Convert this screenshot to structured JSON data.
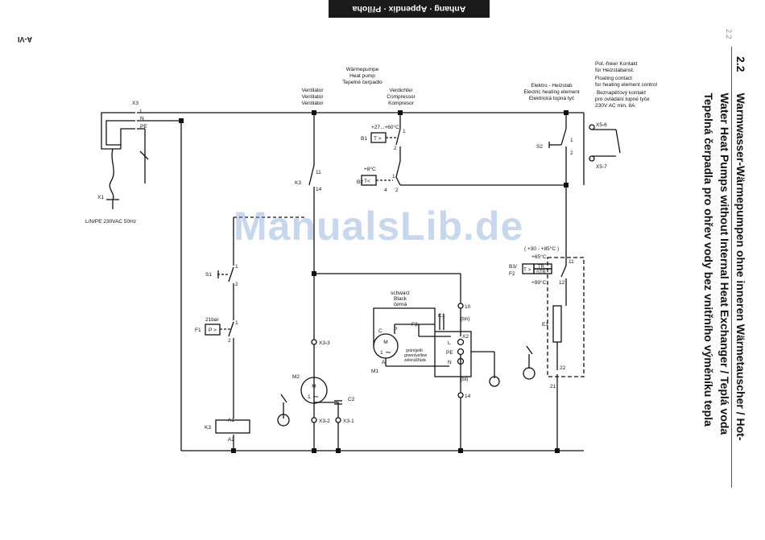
{
  "header": {
    "banner": "Anhang · Appendix · Příloha",
    "page_number": "A-VI",
    "section_tag": "2.2"
  },
  "heading": {
    "number": "2.2",
    "line1": "Warmwasser-Wärmepumpen ohne inneren Wärmetauscher / Hot-",
    "line2": "Water Heat Pumps without Internal Heat Exchanger / Teplá voda",
    "line3": "Tepelná čerpadla pro ohřev vody bez vnitřního výměníku tepla"
  },
  "watermark": "ManualsLib.de",
  "diagram": {
    "labels": {
      "heat_pump_de": "Wärmepumpe",
      "heat_pump_en": "Heat pump",
      "heat_pump_cz": "Tepelné čerpadlo",
      "fan_de": "Ventilator",
      "fan_en": "Ventilator",
      "fan_cz": "Ventilátor",
      "comp_de": "Verdichter",
      "comp_en": "Compressor",
      "comp_cz": "Kompresor",
      "heater_de": "Elektro - Heizstab",
      "heater_en": "Electric heating element",
      "heater_cz": "Elektrická topná tyč",
      "pot_1": "Pot.-freier Kontakt",
      "pot_2": "für Heizstabanst.",
      "pot_3": "Floating contact",
      "pot_4": "for heating element control",
      "pot_5": "· Beznapěťový kontakt",
      "pot_6": "pro ovládání topné tyče",
      "pot_7": "230V AC min. 8A",
      "supply": "L/N/PE  230VAC  50Hz",
      "x3": "X3",
      "l": "L",
      "n": "N",
      "pe": "PE",
      "x1": "X1",
      "k3": "K3",
      "k3_11": "11",
      "k3_14": "14",
      "s1": "S1",
      "s1_1": "1",
      "s1_2": "2",
      "f1_bar": "21bar",
      "f1": "F1",
      "f1_p": "P >",
      "f1_1": "1",
      "f1_2": "2",
      "k3b": "K3",
      "a1": "A1",
      "a2": "A2",
      "m2": "M2",
      "m2_m": "M",
      "m2_1": "1",
      "m2_wave": "∼",
      "c2": "C2",
      "x33": "X3-3",
      "x32": "X3-2",
      "x31": "X3-1",
      "b1": "B1",
      "b1_range": "+27...+60°C",
      "b1_t": "T >",
      "b1_1": "1",
      "b1_2": "2",
      "b2": "B2",
      "b2_range": "+8°C",
      "b2_t": "T<",
      "b2_4": "4",
      "b2_1": "1",
      "b2_2": "2",
      "blk_de": "schwarz",
      "blk_en": "Black",
      "blk_cz": "černá",
      "c1": "C1",
      "f3": "F3",
      "m1": "M1",
      "m1_m": "M",
      "m1_1": "1",
      "m1_wave": "∼",
      "m1_c": "C",
      "m1_p": "P",
      "m1_a": "A",
      "gy_1": "grün/gelb",
      "gy_2": "green/yellow",
      "gy_3": "zelená/žlutá",
      "t10": "10",
      "bn": "(bn)",
      "bl": "(bl)",
      "t14": "14",
      "x2": "X2",
      "x2_l": "L",
      "x2_pe": "PE",
      "x2_n": "N",
      "s2": "S2",
      "s2_1": "1",
      "s2_2": "2",
      "x56": "X5-6",
      "x57": "X5-7",
      "b3_range": "( +30 - +85°C )",
      "b3_65": "+65°C",
      "b3": "B3/",
      "f2": "F2",
      "b3_t": "T >",
      "tr": "TR",
      "stb": "STB",
      "b3_99": "+99°C",
      "t11": "11",
      "t12": "12",
      "e1": "E1",
      "t22": "22",
      "t21": "21"
    }
  }
}
